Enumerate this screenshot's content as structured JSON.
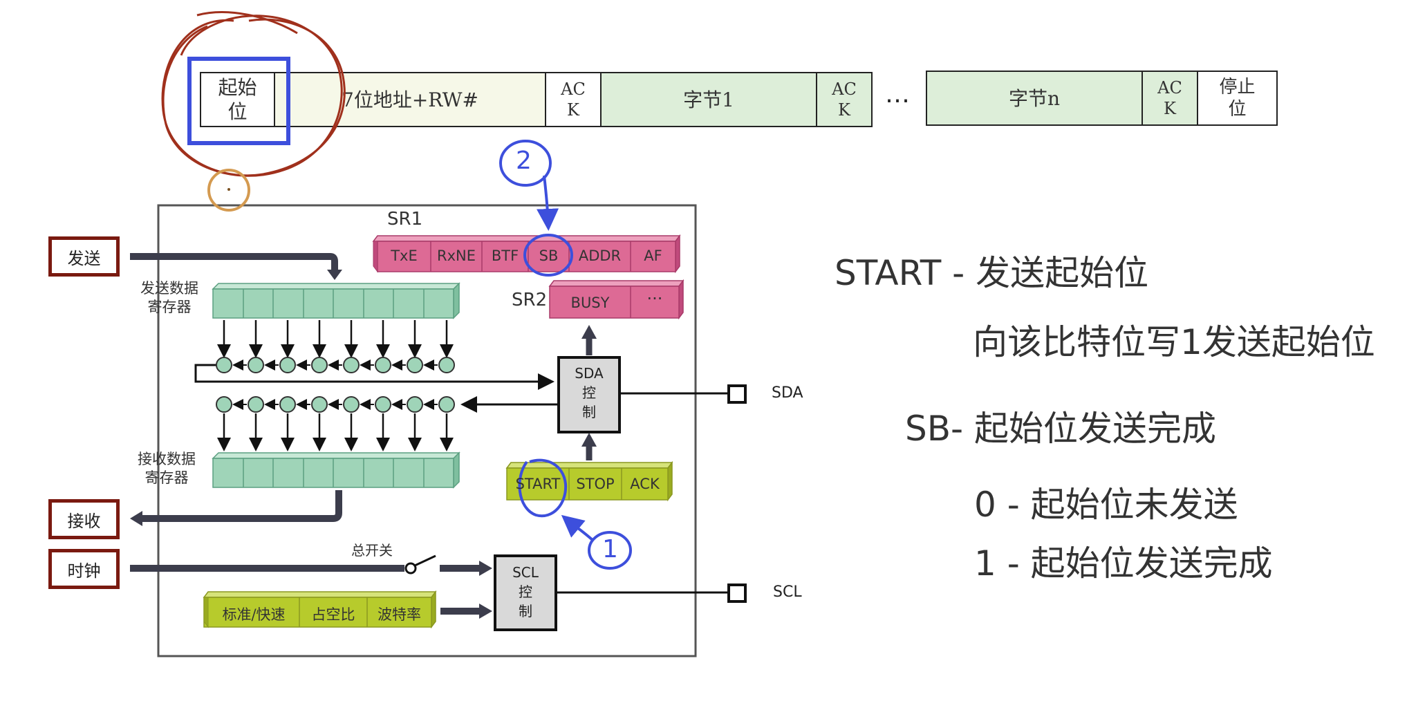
{
  "frame": {
    "start_bit": "起始\n位",
    "address": "7位地址+RW#",
    "ack1": "AC\nK",
    "byte1": "字节1",
    "ack2": "AC\nK",
    "ellipsis": "…",
    "byten": "字节n",
    "ack3": "AC\nK",
    "stop_bit": "停止\n位"
  },
  "registers": {
    "sr1_label": "SR1",
    "sr1_bits": [
      "TxE",
      "RxNE",
      "BTF",
      "SB",
      "ADDR",
      "AF"
    ],
    "sr2_label": "SR2",
    "sr2_bits": [
      "BUSY",
      "···"
    ],
    "cr_bits": [
      "START",
      "STOP",
      "ACK"
    ],
    "ccr_bits": [
      "标准/快速",
      "占空比",
      "波特率"
    ]
  },
  "blocks": {
    "send": "发送",
    "receive": "接收",
    "clock": "时钟",
    "tx_register": "发送数据\n寄存器",
    "rx_register": "接收数据\n寄存器",
    "master_switch": "总开关",
    "sda_control": "SDA\n控\n制",
    "scl_control": "SCL\n控\n制",
    "sda_pin": "SDA",
    "scl_pin": "SCL"
  },
  "annotations": {
    "marker_1": "1",
    "marker_2": "2"
  },
  "notes": {
    "line1": "START - 发送起始位",
    "line2": "向该比特位写1发送起始位",
    "line3": "SB- 起始位发送完成",
    "line4": "0 - 起始位未发送",
    "line5": "1 - 起始位发送完成"
  },
  "colors": {
    "frame_fill": "#ddeed9",
    "address_fill": "#f6f8e8",
    "shift_fill": "#9fd4b8",
    "status_fill": "#dd6a95",
    "control_fill": "#b7cb2c",
    "side_border": "#7a1a10",
    "bus_arrow": "#3c3d4c",
    "pen_blue": "#3d4fdc",
    "pen_red": "#a0301c",
    "pen_orange": "#d49a50"
  }
}
